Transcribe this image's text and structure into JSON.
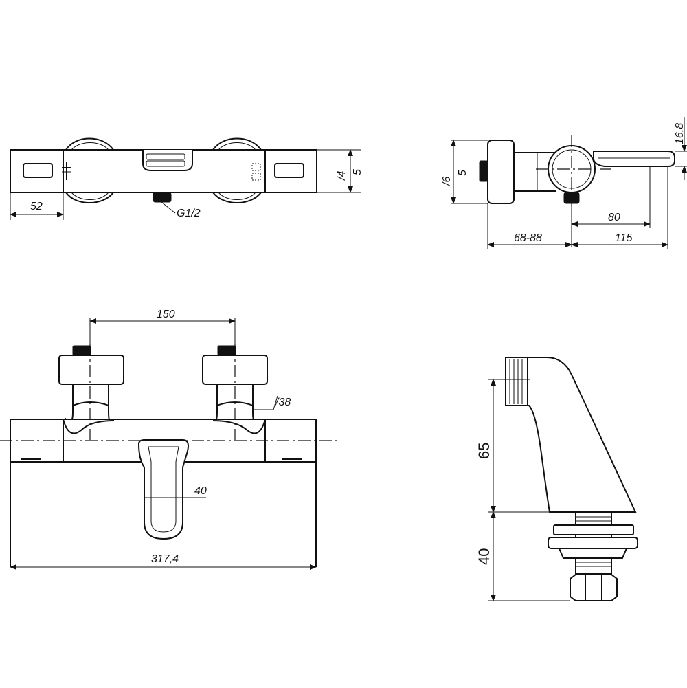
{
  "top_view": {
    "dim_width_end": "52",
    "dim_depth_a": "/4",
    "dim_depth_b": "5",
    "connection_label": "G1/2"
  },
  "side_view": {
    "dim_diameter": "/6",
    "dim_height": "5",
    "dim_thickness": "16,8",
    "dim_handle": "80",
    "dim_wall": "68-88",
    "dim_projection": "115"
  },
  "front_view": {
    "dim_centers": "150",
    "dim_body_diameter": "/38",
    "dim_spout": "40",
    "dim_total_length": "317,4"
  },
  "eccentric_view": {
    "dim_height_upper": "65",
    "dim_height_lower": "40"
  },
  "icons": [
    "cold-symbol-icon",
    "hot-symbol-icon"
  ]
}
